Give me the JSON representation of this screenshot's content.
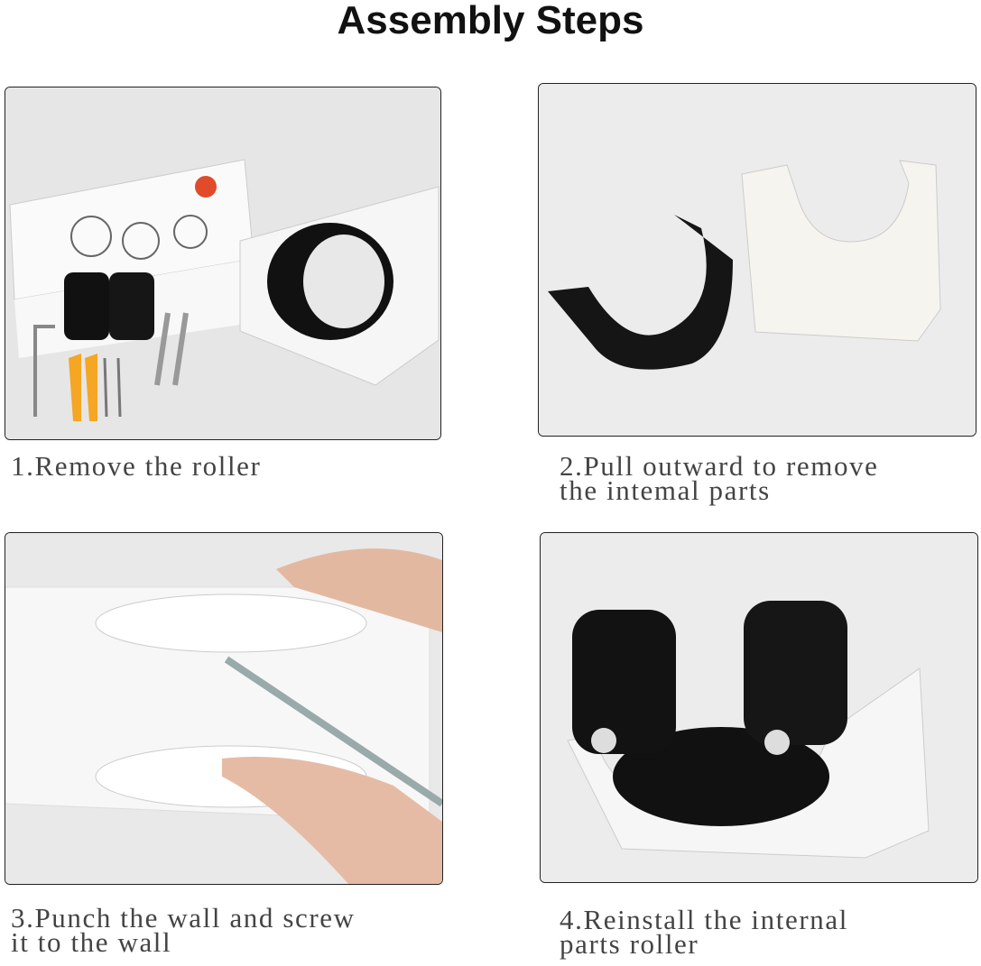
{
  "title": "Assembly Steps",
  "steps": [
    {
      "caption": "1.Remove the roller"
    },
    {
      "caption": "2.Pull outward to remove\nthe intemal parts"
    },
    {
      "caption": "3.Punch the wall and screw\nit to the wall"
    },
    {
      "caption": "4.Reinstall the internal\nparts roller"
    }
  ],
  "colors": {
    "roller": "#1a1a1a",
    "bracket": "#f4f2ee",
    "anchor": "#f5a623"
  }
}
